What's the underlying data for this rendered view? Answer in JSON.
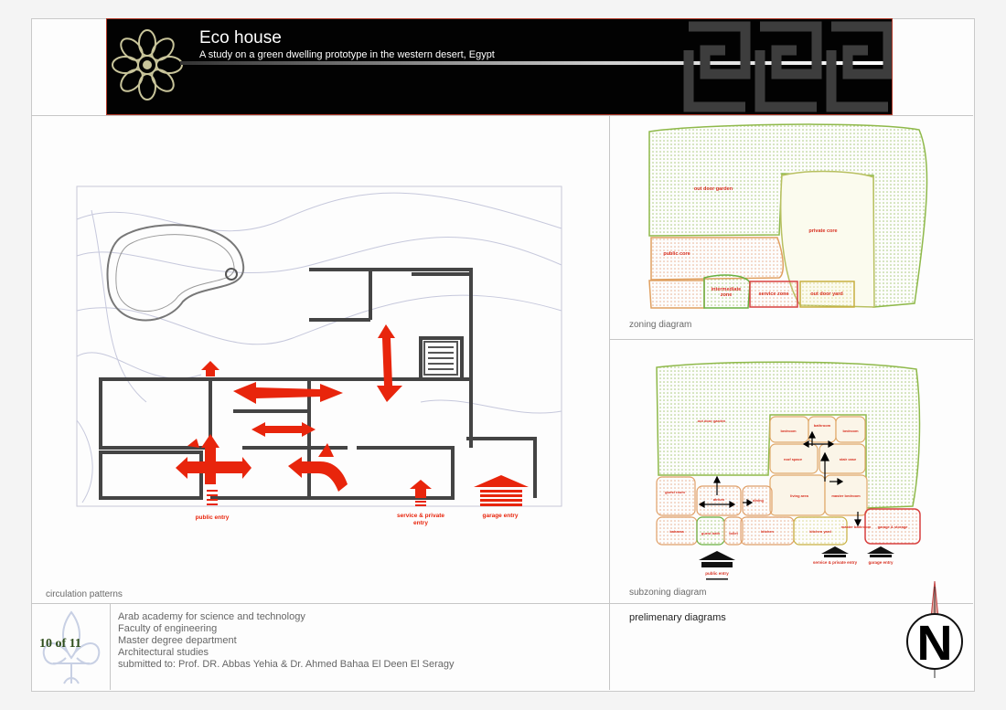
{
  "header": {
    "title": "Eco house",
    "subtitle": "A study on a green dwelling prototype in the western desert, Egypt"
  },
  "panels": {
    "circulation": {
      "caption": "circulation patterns",
      "labels": {
        "public_entry": "public entry",
        "service_private_entry_line1": "service & private",
        "service_private_entry_line2": "entry",
        "garage_entry": "garage entry"
      }
    },
    "zoning": {
      "caption": "zoning diagram",
      "zones": {
        "out_door_garden": "out door garden",
        "private_core": "private core",
        "public_core": "public core",
        "intermediate_zone_line1": "intermediate",
        "intermediate_zone_line2": "zone",
        "service_zone": "service zone",
        "out_door_yard": "out door yard"
      }
    },
    "subzoning": {
      "caption": "subzoning diagram",
      "zones": {
        "out_door_garden": "out door garden",
        "bedroom_left": "bedroom",
        "bathroom": "bathroom",
        "bedroom_right": "bedroom",
        "roof_space": "roof space",
        "stair_case": "stair case",
        "guest_room": "guest room",
        "atrium": "atrium",
        "dining": "dining",
        "living_area": "living area",
        "master_bedroom": "master bedroom",
        "baharaa": "baharaa",
        "guest_bath": "guest bath",
        "toilet": "toilet",
        "kitchen": "kitchen",
        "kitchen_yard": "kitchen yard",
        "master_bathroom": "master bathroom",
        "garage_storage": "garage & storage"
      },
      "entries": {
        "public_entry": "public entry",
        "service_private_entry": "service & private entry",
        "garage_entry": "garage entry"
      }
    }
  },
  "footer": {
    "page_number": "10 of 11",
    "institution": "Arab academy for science and technology",
    "faculty": "Faculty of engineering",
    "department": "Master degree department",
    "studies": "Architectural studies",
    "submitted_to": "submitted to: Prof. DR. Abbas Yehia & Dr. Ahmed Bahaa El Deen El Seragy",
    "sheet_title": "prelimenary diagrams"
  },
  "compass": {
    "letter": "N"
  },
  "colors": {
    "arrow_red": "#e8250c",
    "garden_green": "#8fb94a",
    "zone_orange": "#e8a070",
    "zone_red": "#d84040",
    "banner_black": "#020202"
  }
}
